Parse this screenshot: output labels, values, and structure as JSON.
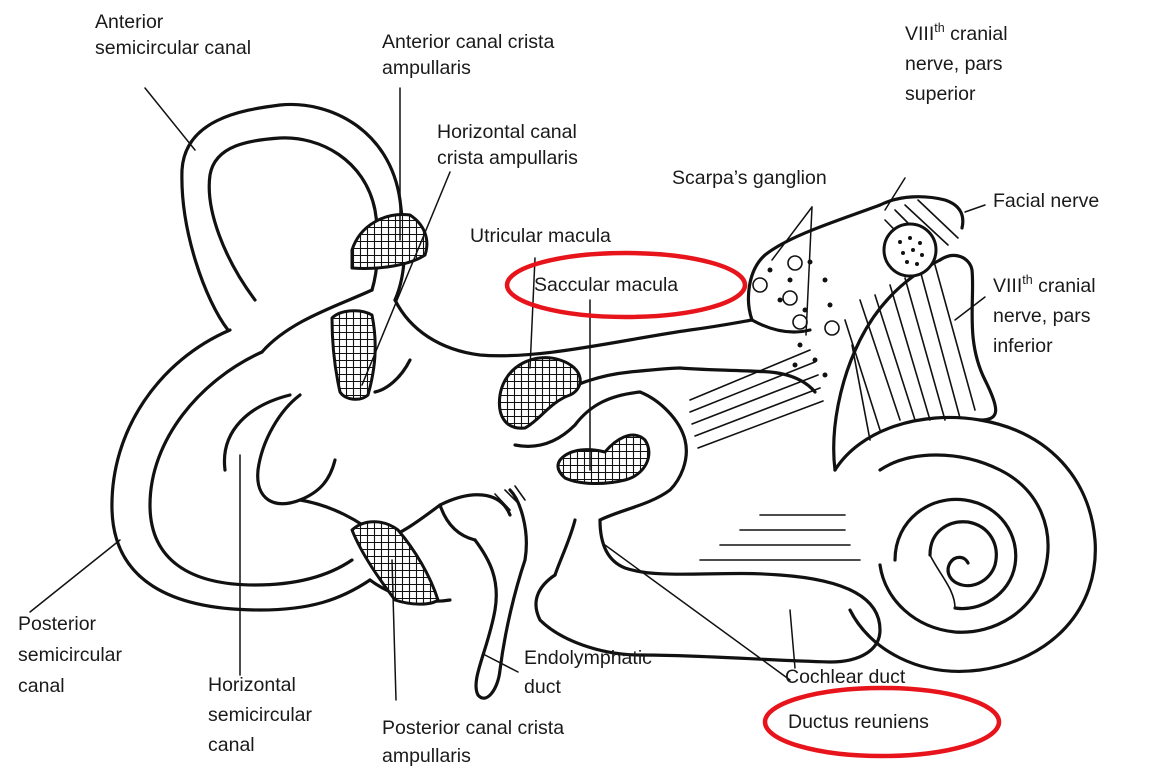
{
  "highlight_color": "#e8141b",
  "labels": {
    "anterior_sc": [
      "Anterior",
      "semicircular canal"
    ],
    "anterior_crista": [
      "Anterior canal crista",
      "ampullaris"
    ],
    "horizontal_crista": [
      "Horizontal canal",
      "crista ampullaris"
    ],
    "viii_superior": {
      "base": "VIII",
      "sup": "th",
      "rest": " cranial",
      "lines": [
        "nerve, pars",
        "superior"
      ]
    },
    "scarpa": "Scarpa’s ganglion",
    "facial_nerve": "Facial nerve",
    "utricular_macula": "Utricular macula",
    "saccular_macula": "Saccular macula",
    "viii_inferior": {
      "base": "VIII",
      "sup": "th",
      "rest": " cranial",
      "lines": [
        "nerve, pars",
        "inferior"
      ]
    },
    "posterior_sc": [
      "Posterior",
      "semicircular",
      "canal"
    ],
    "horizontal_sc": [
      "Horizontal",
      "semicircular",
      "canal"
    ],
    "endolymphatic_duct": [
      "Endolymphatic",
      "duct"
    ],
    "cochlear_duct": "Cochlear duct",
    "ductus_reuniens": "Ductus reuniens",
    "posterior_crista": [
      "Posterior canal crista",
      "ampullaris"
    ]
  }
}
